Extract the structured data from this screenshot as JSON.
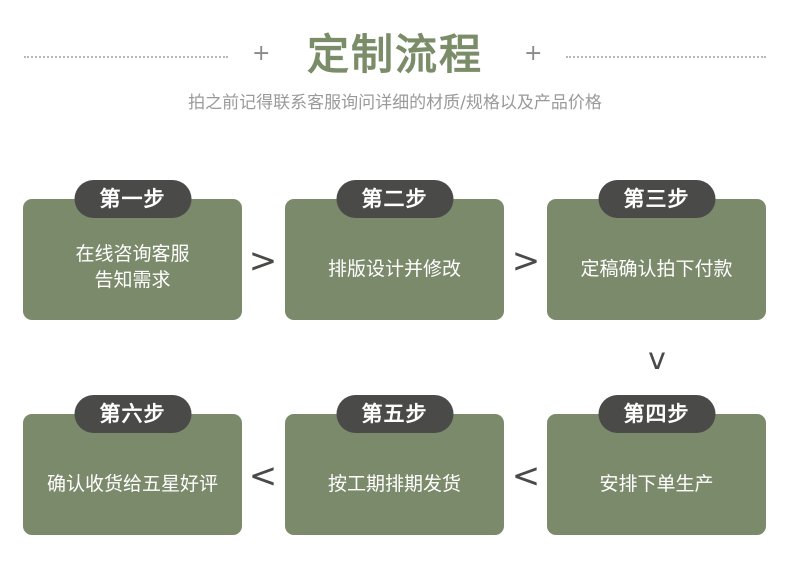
{
  "header": {
    "title": "定制流程",
    "subtitle": "拍之前记得联系客服询问详细的材质/规格以及产品价格",
    "plus_left": "+",
    "plus_right": "+"
  },
  "steps": [
    {
      "tag": "第一步",
      "text": "在线咨询客服\n告知需求"
    },
    {
      "tag": "第二步",
      "text": "排版设计并修改"
    },
    {
      "tag": "第三步",
      "text": "定稿确认拍下付款"
    },
    {
      "tag": "第四步",
      "text": "安排下单生产"
    },
    {
      "tag": "第五步",
      "text": "按工期排期发货"
    },
    {
      "tag": "第六步",
      "text": "确认收货给五星好评"
    }
  ],
  "arrows": {
    "a1_2": ">",
    "a2_3": ">",
    "a3_4": "v",
    "a4_5": "<",
    "a5_6": "<"
  },
  "colors": {
    "card": "#7b8a6b",
    "tag": "#4a4a48",
    "title": "#7a8c68",
    "subtitle": "#9a9a9a"
  }
}
